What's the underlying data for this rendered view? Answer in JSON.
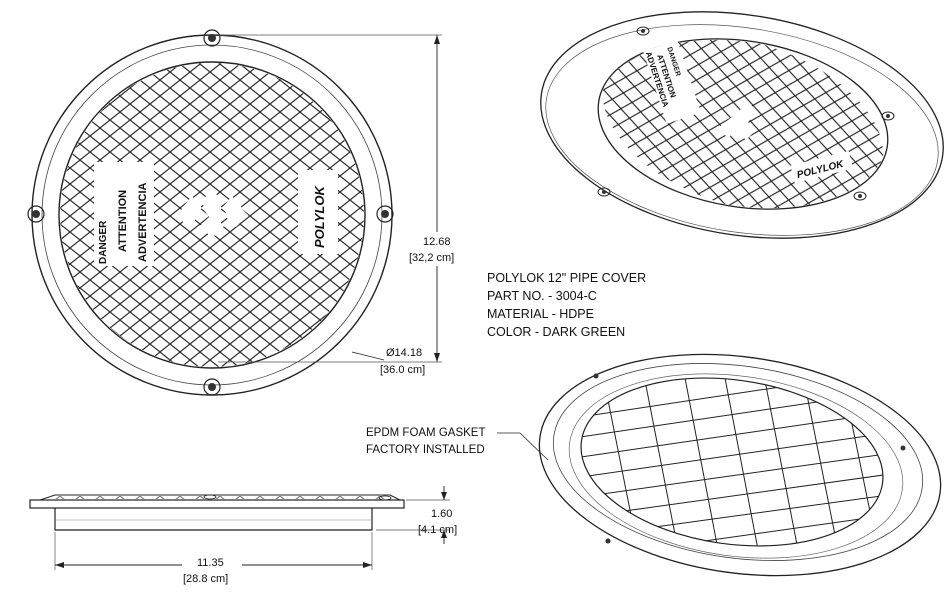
{
  "dimensions": {
    "height_in": "12.68",
    "height_cm": "[32,2 cm]",
    "diameter_in": "Ø14.18",
    "diameter_cm": "[36.0 cm]",
    "depth_in": "1.60",
    "depth_cm": "[4.1 cm]",
    "width_in": "11.35",
    "width_cm": "[28.8 cm]"
  },
  "specs": {
    "line1": "POLYLOK 12\" PIPE COVER",
    "line2": "PART NO. - 3004-C",
    "line3": "MATERIAL - HDPE",
    "line4": "COLOR - DARK GREEN"
  },
  "gasket_note": {
    "line1": "EPDM FOAM GASKET",
    "line2": "FACTORY  INSTALLED"
  },
  "lid_markings": {
    "danger": "DANGER",
    "attention": "ATTENTION",
    "advertencia": "ADVERTENCIA",
    "brand": "POLYLOK"
  }
}
